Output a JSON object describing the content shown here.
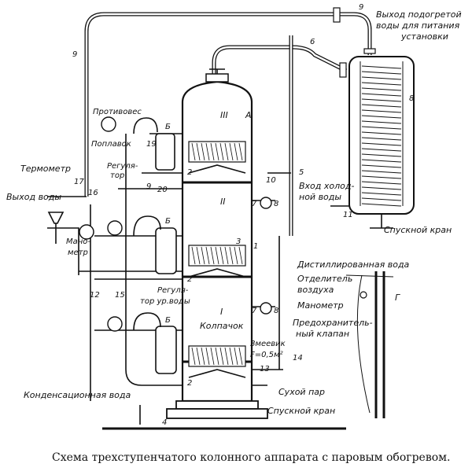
{
  "labels": {
    "hot_water_out": "Выход подогретой",
    "hot_water_out_2": "воды для питания",
    "hot_water_out_3": "установки",
    "counterweight": "Противовес",
    "float": "Поплавок",
    "thermometer": "Термометр",
    "regulator_top_1": "Регуля-",
    "regulator_top_2": "тор",
    "water_out": "Выход воды",
    "manometer_left": "Мано-",
    "manometer_left_2": "метр",
    "cold_water_in": "Вход холод-",
    "cold_water_in_2": "ной воды",
    "drain_valve_right": "Спускной кран",
    "distilled_water": "Дистиллированная вода",
    "air_separator_1": "Отделитель",
    "air_separator_2": "воздуха",
    "manometer_right": "Манометр",
    "safety_valve_1": "Предохранитель-",
    "safety_valve_2": "ный клапан",
    "regulator_mid_1": "Регуля-",
    "regulator_mid_2": "тор ур.воды",
    "cap": "Колпачок",
    "coil_1": "Змеевик",
    "coil_2": "F=0,5м²",
    "condensate_water": "Конденсационная вода",
    "dry_steam": "Сухой пар",
    "drain_valve_bottom": "Спускной кран",
    "stage_3": "III",
    "stage_2": "II",
    "stage_1": "I",
    "label_A": "А",
    "label_G": "Г"
  },
  "numbers": {
    "n9_top": "9",
    "n9_left": "9",
    "n6": "6",
    "n8_right": "8",
    "n5": "5",
    "n11": "11",
    "n19": "19",
    "n20": "20",
    "n17": "17",
    "n16": "16",
    "n12": "12",
    "n15": "15",
    "n2_a": "2",
    "n2_b": "2",
    "n2_c": "2",
    "n3": "3",
    "n1": "1",
    "n7_a": "7",
    "n7_b": "7",
    "n8_a": "8",
    "n8_b": "8",
    "n10": "10",
    "n13": "13",
    "n14": "14",
    "n4": "4",
    "n9_mid": "9",
    "b1": "Б",
    "b2": "Б",
    "b3": "Б"
  },
  "caption": "Схема трехступенчатого колонного аппарата с паровым обогревом."
}
